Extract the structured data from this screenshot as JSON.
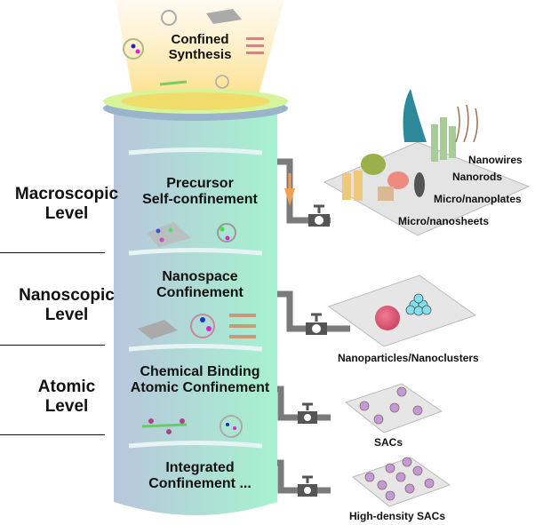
{
  "top": {
    "title_line1": "Confined",
    "title_line2": "Synthesis"
  },
  "levels": [
    {
      "line1": "Macroscopic",
      "line2": "Level"
    },
    {
      "line1": "Nanoscopic",
      "line2": "Level"
    },
    {
      "line1": "Atomic",
      "line2": "Level"
    }
  ],
  "stages": [
    {
      "line1": "Precursor",
      "line2": "Self-confinement"
    },
    {
      "line1": "Nanospace",
      "line2": "Confinement"
    },
    {
      "line1": "Chemical Binding",
      "line2": "Atomic Confinement"
    },
    {
      "line1": "Integrated",
      "line2": "Confinement ..."
    }
  ],
  "products": {
    "macro": [
      "Nanowires",
      "Nanorods",
      "Micro/nanoplates",
      "Micro/nanosheets"
    ],
    "nano": "Nanoparticles/Nanoclusters",
    "sacs": "SACs",
    "hd_sacs": "High-density SACs"
  },
  "colors": {
    "cylinder_left": "#b6c8dc",
    "cylinder_right": "#a8f0d0",
    "pipe": "#7a7a7a",
    "arrow": "#f0a050",
    "beam": "#fbe7a8",
    "sac_atom": "#c49ad6",
    "nanoparticle": "#e0607a",
    "nanocluster": "#7fe0ee"
  }
}
